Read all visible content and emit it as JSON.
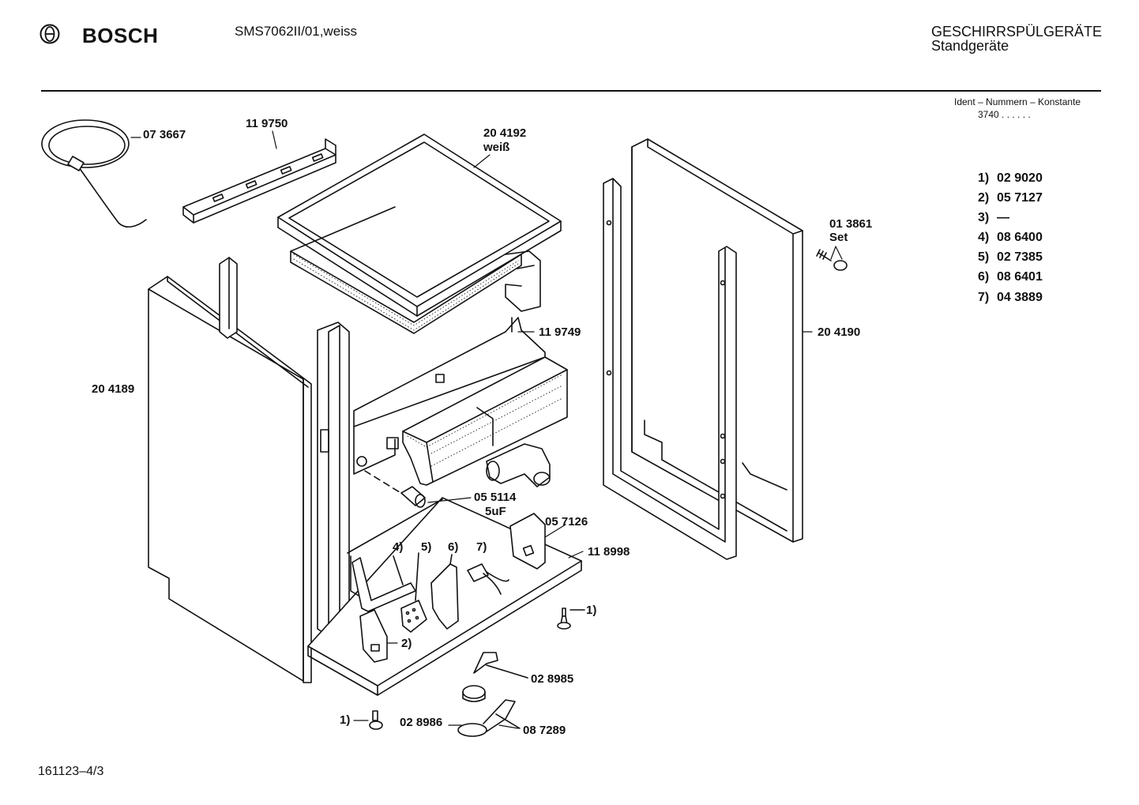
{
  "header": {
    "brand": "BOSCH",
    "model": "SMS7062II/01,weiss",
    "category": "GESCHIRRSPÜLGERÄTE",
    "subcategory": "Standgeräte"
  },
  "ident": {
    "title": "Ident – Nummern – Konstante",
    "value": "3740 . .  . . . ."
  },
  "legend": [
    {
      "num": "1)",
      "code": "02 9020"
    },
    {
      "num": "2)",
      "code": "05 7127"
    },
    {
      "num": "3)",
      "code": "—"
    },
    {
      "num": "4)",
      "code": "08 6400"
    },
    {
      "num": "5)",
      "code": "02 7385"
    },
    {
      "num": "6)",
      "code": "08 6401"
    },
    {
      "num": "7)",
      "code": "04 3889"
    }
  ],
  "parts": {
    "cable": "07 3667",
    "rail": "11 9750",
    "top": "20 4192",
    "top_note": "weiß",
    "screw_set": "01 3861",
    "screw_set_note": "Set",
    "side_right": "20 4190",
    "side_left": "20 4189",
    "panel": "11 9749",
    "capacitor": "05 5114",
    "capacitor_note": "5uF",
    "bracket": "05 7126",
    "base": "11 8998",
    "foot_right": "1)",
    "foot_left": "1)",
    "part4": "4)",
    "part5": "5)",
    "part6": "6)",
    "part7": "7)",
    "part2": "2)",
    "clip": "02 8985",
    "float": "02 8986",
    "valve": "08 7289"
  },
  "footer": {
    "drawing_id": "161123–4/3"
  }
}
